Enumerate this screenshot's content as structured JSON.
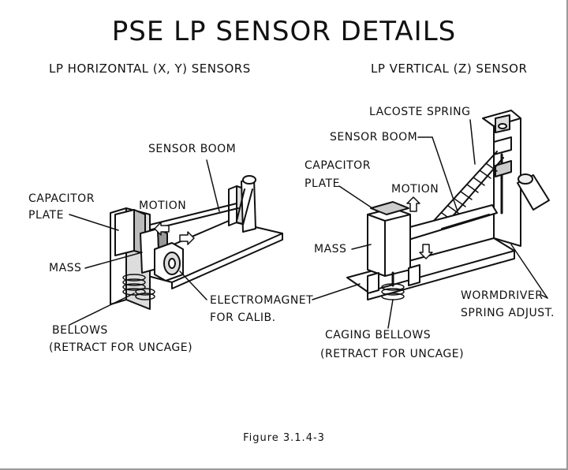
{
  "title": "PSE LP SENSOR DETAILS",
  "left_subtitle": "LP HORIZONTAL (X, Y) SENSORS",
  "right_subtitle": "LP VERTICAL (Z) SENSOR",
  "left_labels": {
    "sensor_boom": "SENSOR BOOM",
    "capacitor": "CAPACITOR",
    "plate": "PLATE",
    "motion": "MOTION",
    "mass": "MASS",
    "electromagnet": "ELECTROMAGNET",
    "for_calib": "FOR CALIB.",
    "bellows": "BELLOWS",
    "retract": "(RETRACT FOR UNCAGE)"
  },
  "right_labels": {
    "lacoste_spring": "LACOSTE SPRING",
    "sensor_boom": "SENSOR BOOM",
    "capacitor": "CAPACITOR",
    "plate": "PLATE",
    "motion": "MOTION",
    "mass": "MASS",
    "wormdriver": "WORMDRIVER",
    "spring_adjust": "SPRING ADJUST.",
    "caging_bellows": "CAGING BELLOWS",
    "retract": "(RETRACT FOR UNCAGE)"
  },
  "caption": "Figure 3.1.4-3"
}
